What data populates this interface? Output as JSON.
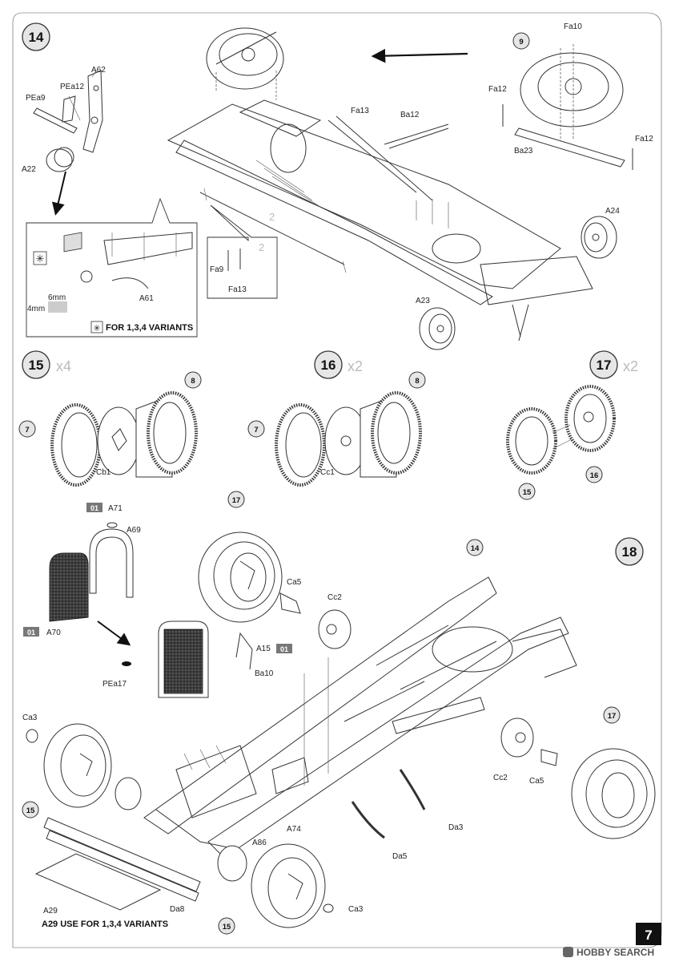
{
  "page": {
    "number": "7"
  },
  "watermark": {
    "text": "HOBBY SEARCH"
  },
  "steps": {
    "s14": {
      "number": "14"
    },
    "s15": {
      "number": "15",
      "multiplier": "x4"
    },
    "s16": {
      "number": "16",
      "multiplier": "x2"
    },
    "s17": {
      "number": "17",
      "multiplier": "x2"
    },
    "s18": {
      "number": "18"
    }
  },
  "inset": {
    "variant_note": "FOR 1,3,4 VARIANTS",
    "dim_a": "6mm",
    "dim_b": "4mm"
  },
  "multipliers": {
    "fa_pair": "2",
    "rod": "2"
  },
  "paint_codes": {
    "a71": "01",
    "a70": "01",
    "a15": "01"
  },
  "callouts": {
    "c9": "9",
    "c7a": "7",
    "c8a": "8",
    "c7b": "7",
    "c8b": "8",
    "c15a": "15",
    "c16a": "16",
    "c17a": "17",
    "c14": "14",
    "c17b": "17",
    "c15b": "15",
    "c15c": "15"
  },
  "labels": {
    "A62": "A62",
    "PEa12": "PEa12",
    "PEa9": "PEa9",
    "A22": "A22",
    "A61": "A61",
    "Fa13": "Fa13",
    "Ba12": "Ba12",
    "Fa10": "Fa10",
    "Fa12a": "Fa12",
    "Fa12b": "Fa12",
    "Ba23": "Ba23",
    "A24": "A24",
    "A23": "A23",
    "Fa9": "Fa9",
    "Fa13b": "Fa13",
    "Cb1": "Cb1",
    "Cc1": "Cc1",
    "A71": "A71",
    "A69": "A69",
    "A70": "A70",
    "PEa17": "PEa17",
    "A15": "A15",
    "Ba10": "Ba10",
    "Ca5a": "Ca5",
    "Cc2a": "Cc2",
    "Ca3a": "Ca3",
    "Cc2b": "Cc2",
    "Ca5b": "Ca5",
    "Da3": "Da3",
    "Da5": "Da5",
    "A74": "A74",
    "A86": "A86",
    "A29": "A29",
    "Da8": "Da8",
    "Ca3b": "Ca3"
  },
  "notes": {
    "a29": "A29 USE FOR 1,3,4 VARIANTS"
  }
}
